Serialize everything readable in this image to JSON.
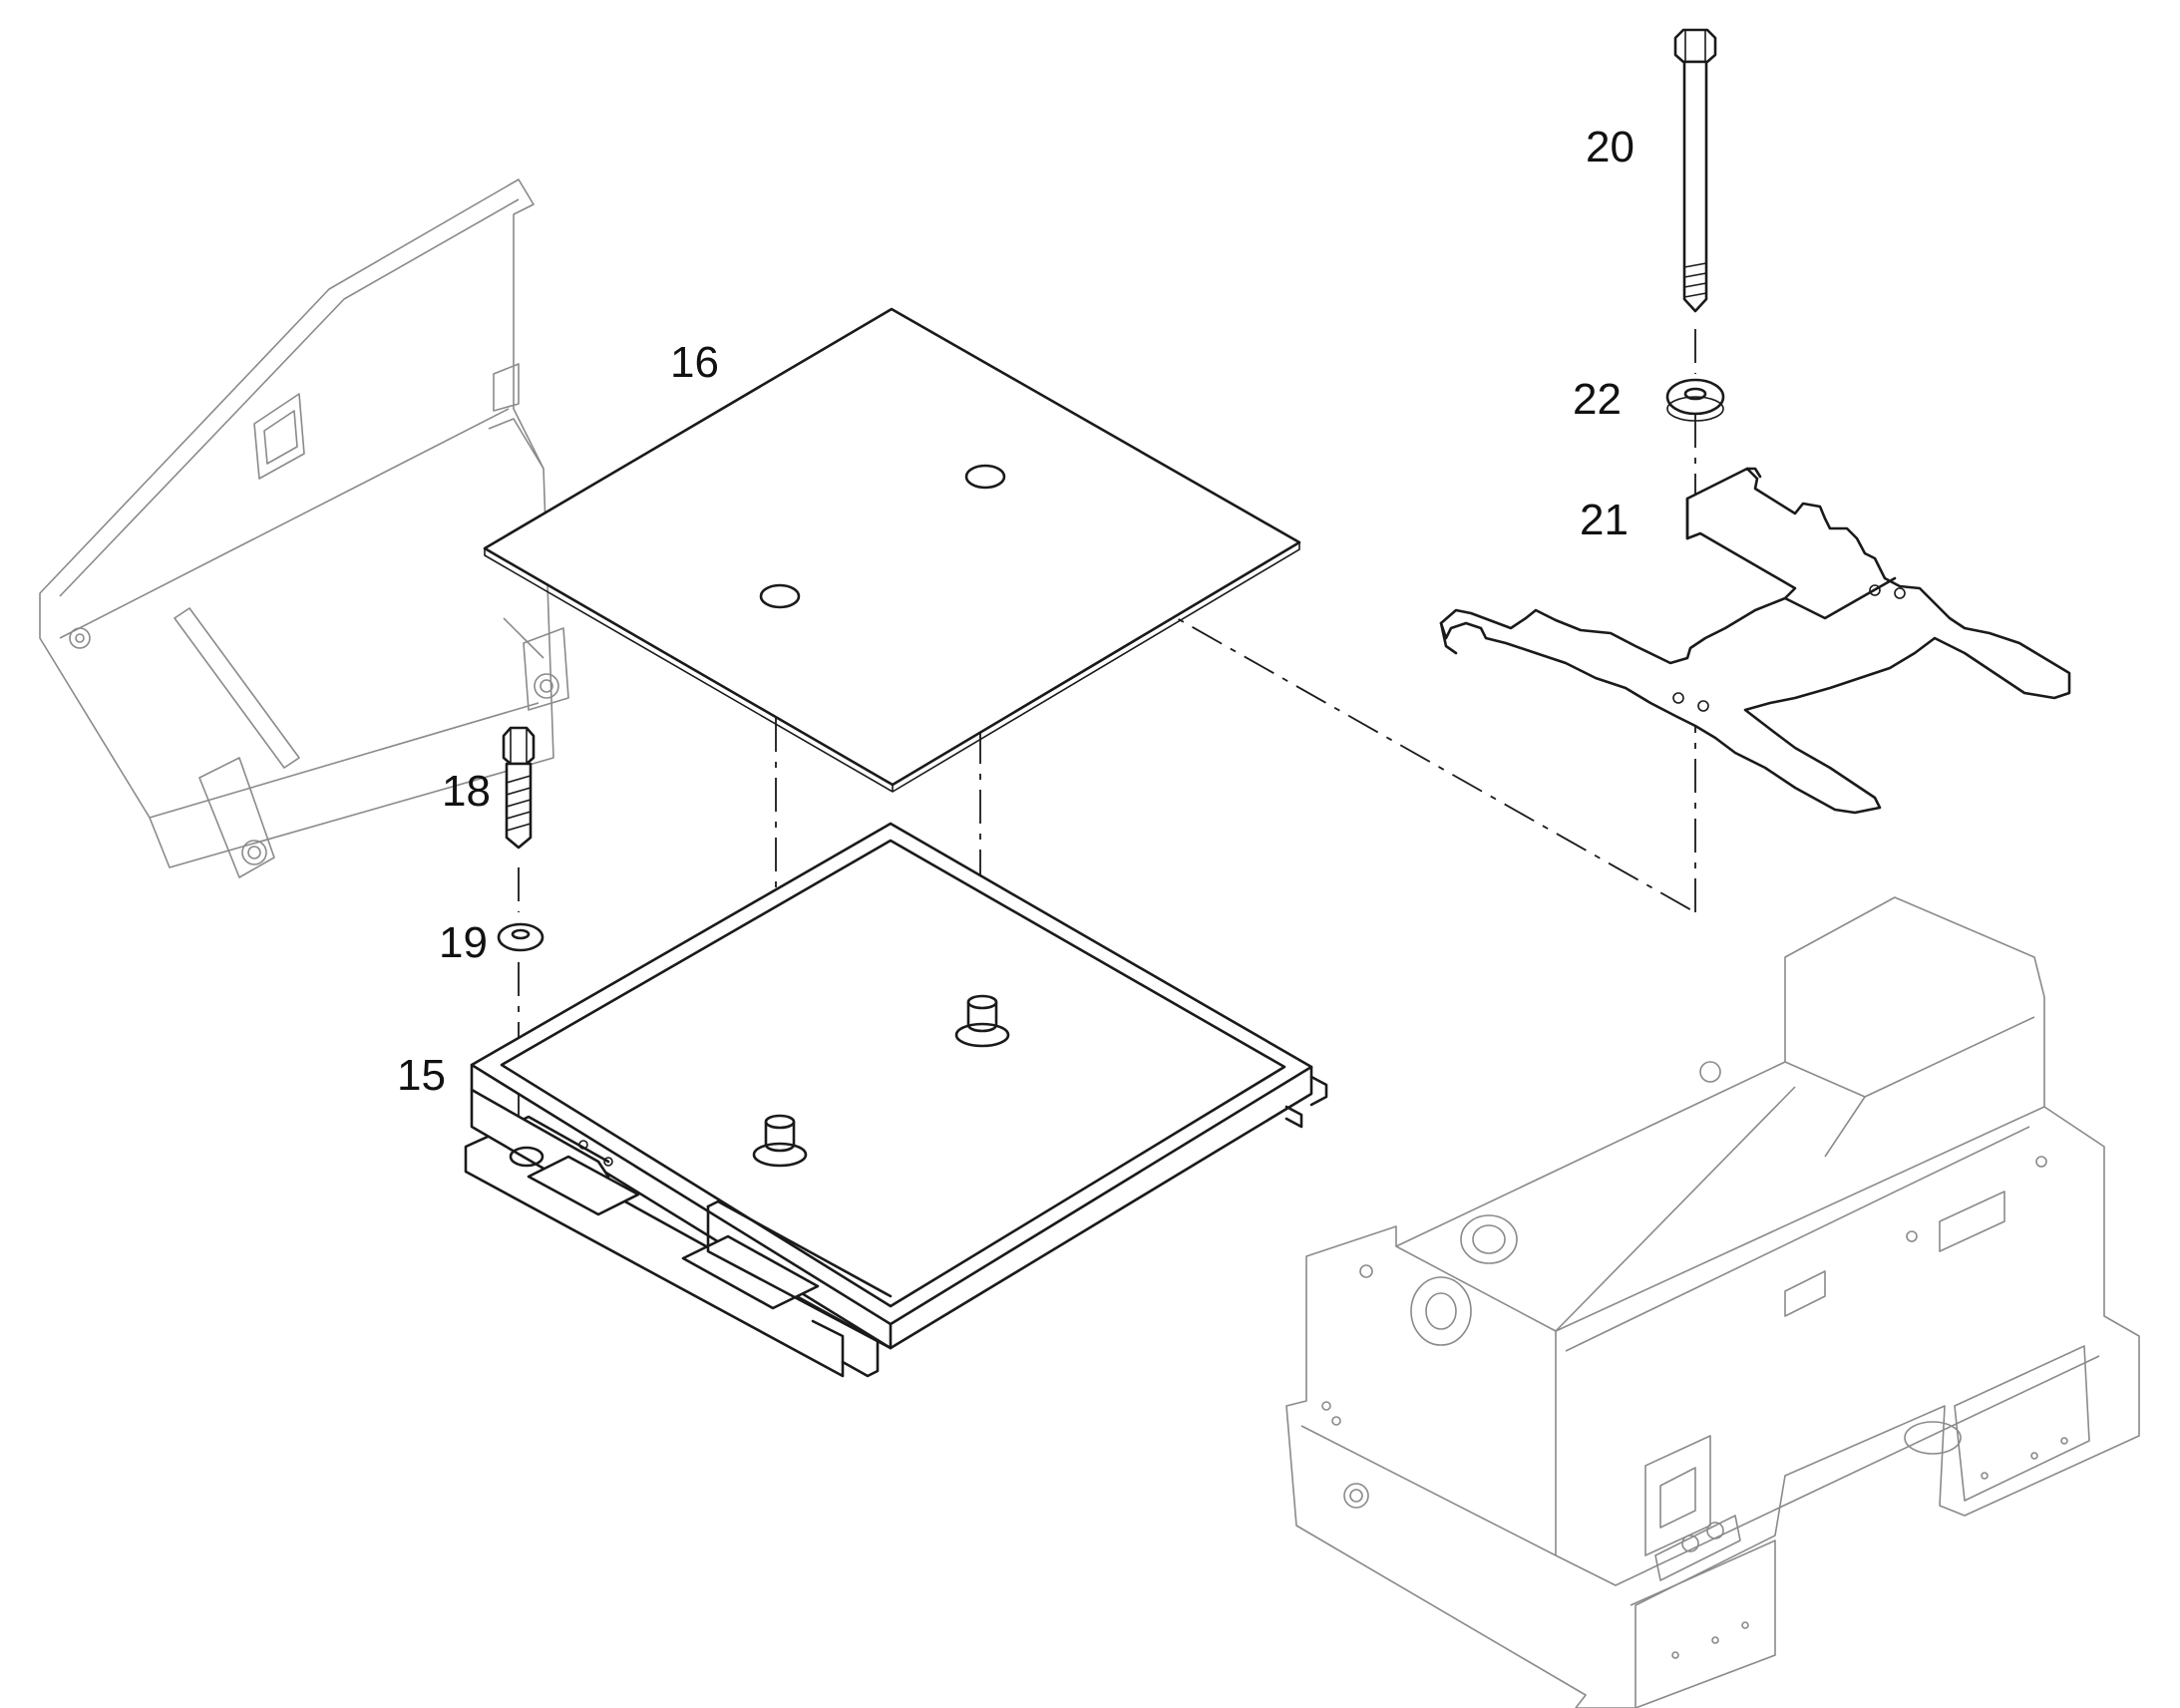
{
  "diagram": {
    "part_labels": {
      "tray": "15",
      "plate": "16",
      "bolt_small": "18",
      "washer_small": "19",
      "bolt_long": "20",
      "bracket": "21",
      "washer_large": "22"
    }
  }
}
